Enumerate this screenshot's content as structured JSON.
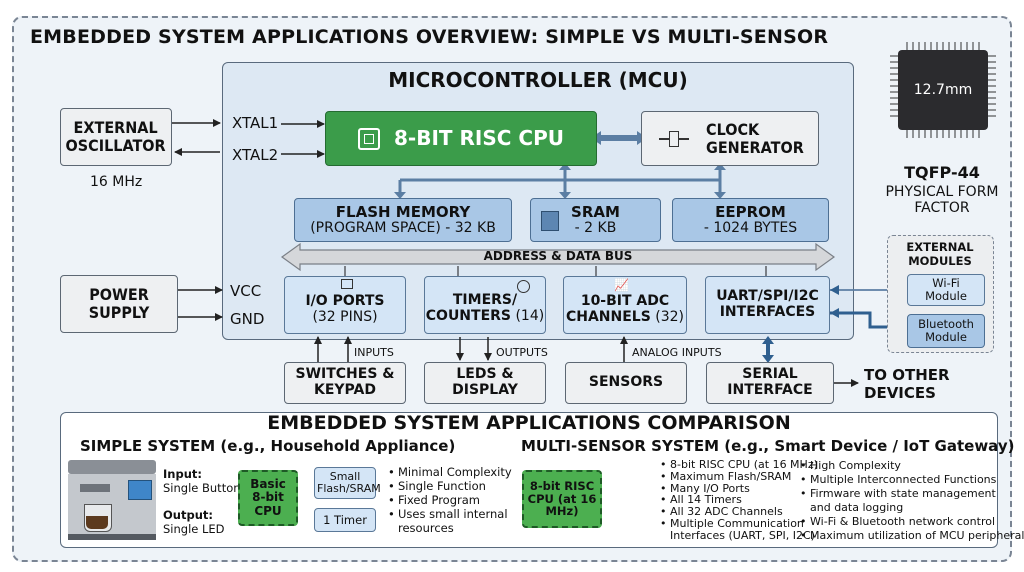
{
  "title": "EMBEDDED SYSTEM APPLICATIONS OVERVIEW: SIMPLE VS MULTI-SENSOR",
  "mcu_title": "MICROCONTROLLER (MCU)",
  "external_oscillator": {
    "label": "EXTERNAL OSCILLATOR",
    "freq": "16 MHz"
  },
  "xtal1": "XTAL1",
  "xtal2": "XTAL2",
  "cpu": "8-BIT RISC CPU",
  "clock_generator": "CLOCK GENERATOR",
  "flash": {
    "line1": "FLASH MEMORY",
    "line2": "(PROGRAM SPACE) - 32 KB"
  },
  "sram": {
    "line1": "SRAM",
    "line2": "- 2 KB"
  },
  "eeprom": {
    "line1": "EEPROM",
    "line2": "- 1024 BYTES"
  },
  "bus": "ADDRESS & DATA BUS",
  "power_supply": "POWER SUPPLY",
  "vcc": "VCC",
  "gnd": "GND",
  "io_ports": {
    "line1": "I/O PORTS",
    "line2": "(32 PINS)"
  },
  "timers": {
    "line1": "TIMERS/",
    "line2a": "COUNTERS",
    "line2b": "(14)"
  },
  "adc": {
    "line1": "10-BIT ADC",
    "line2a": "CHANNELS",
    "line2b": "(32)"
  },
  "uart": "UART/SPI/I2C INTERFACES",
  "inputs_label": "INPUTS",
  "outputs_label": "OUTPUTS",
  "analog_label": "ANALOG INPUTS",
  "switches": "SWITCHES & KEYPAD",
  "leds": "LEDS & DISPLAY",
  "sensors": "SENSORS",
  "serial": "SERIAL INTERFACE",
  "to_devices": "TO OTHER DEVICES",
  "chip": {
    "size": "12.7mm",
    "package": "TQFP-44",
    "caption": "PHYSICAL FORM FACTOR"
  },
  "external_modules": {
    "title": "EXTERNAL MODULES",
    "wifi": "Wi-Fi Module",
    "bluetooth": "Bluetooth Module"
  },
  "comparison": {
    "title": "EMBEDDED SYSTEM APPLICATIONS COMPARISON",
    "simple": {
      "heading": "SIMPLE SYSTEM (e.g., Household Appliance)",
      "input_label": "Input:",
      "input_value": "Single Button",
      "output_label": "Output:",
      "output_value": "Single LED",
      "cpu": "Basic 8-bit CPU",
      "flash": "Small Flash/SRAM",
      "timer": "1 Timer",
      "bullets": [
        "Minimal Complexity",
        "Single Function",
        "Fixed Program",
        "Uses small internal",
        "resources"
      ]
    },
    "multi": {
      "heading": "MULTI-SENSOR SYSTEM (e.g., Smart Device / IoT Gateway)",
      "cpu": "8-bit RISC CPU (at 16 MHz)",
      "features": [
        "8-bit RISC CPU (at 16 MHz)",
        "Maximum Flash/SRAM",
        "Many I/O Ports",
        "All 14 Timers",
        "All 32 ADC Channels",
        "Multiple Communication",
        "Interfaces (UART, SPI, I2C)"
      ],
      "bullets": [
        "High Complexity",
        "Multiple Interconnected Functions",
        "Firmware with state management",
        "and data logging",
        "Wi-Fi & Bluetooth network control",
        "Maximum utilization of MCU peripherals"
      ]
    }
  },
  "colors": {
    "cpu_green": "#3b9c4a",
    "memory_blue": "#a9c7e6",
    "peripheral_blue": "#d4e5f6",
    "background": "#eef3f8"
  }
}
